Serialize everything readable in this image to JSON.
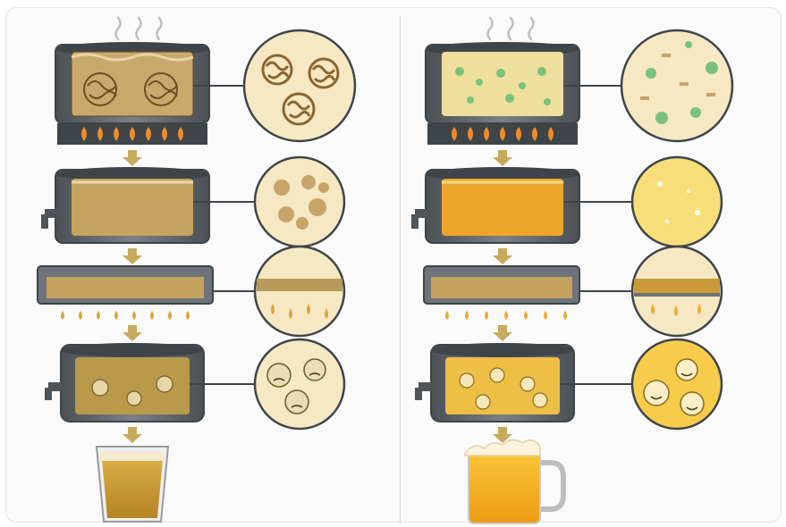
{
  "figure": {
    "panels": [
      {
        "id": "left",
        "stages": [
          "boil-kettle",
          "mash-tun",
          "lauter-filter",
          "fermenter",
          "glass"
        ],
        "liquid_colors": {
          "mash": "#c9a96b",
          "wort": "#b58f3e",
          "ferment": "#b89a4a",
          "glass": "#c79a2e"
        },
        "yeast_mood": "sad"
      },
      {
        "id": "right",
        "stages": [
          "boil-kettle",
          "mash-tun",
          "lauter-filter",
          "fermenter",
          "mug"
        ],
        "liquid_colors": {
          "mash": "#efdf9e",
          "wort": "#eba62a",
          "ferment": "#eebf45",
          "glass": "#f0b02b"
        },
        "yeast_mood": "happy"
      }
    ],
    "colors": {
      "steel_dark": "#4f5459",
      "steel_mid": "#6e747a",
      "steel_light": "#9aa0a6",
      "flame": "#f28c28",
      "arrow": "#c8aa5c",
      "circle_fill": "#f5e8c3",
      "outline": "#3f4449"
    },
    "icons": [
      "steam-icon",
      "flame-icon",
      "down-arrow-icon",
      "tap-icon",
      "yeast-cell-icon",
      "bubble-icon"
    ]
  }
}
